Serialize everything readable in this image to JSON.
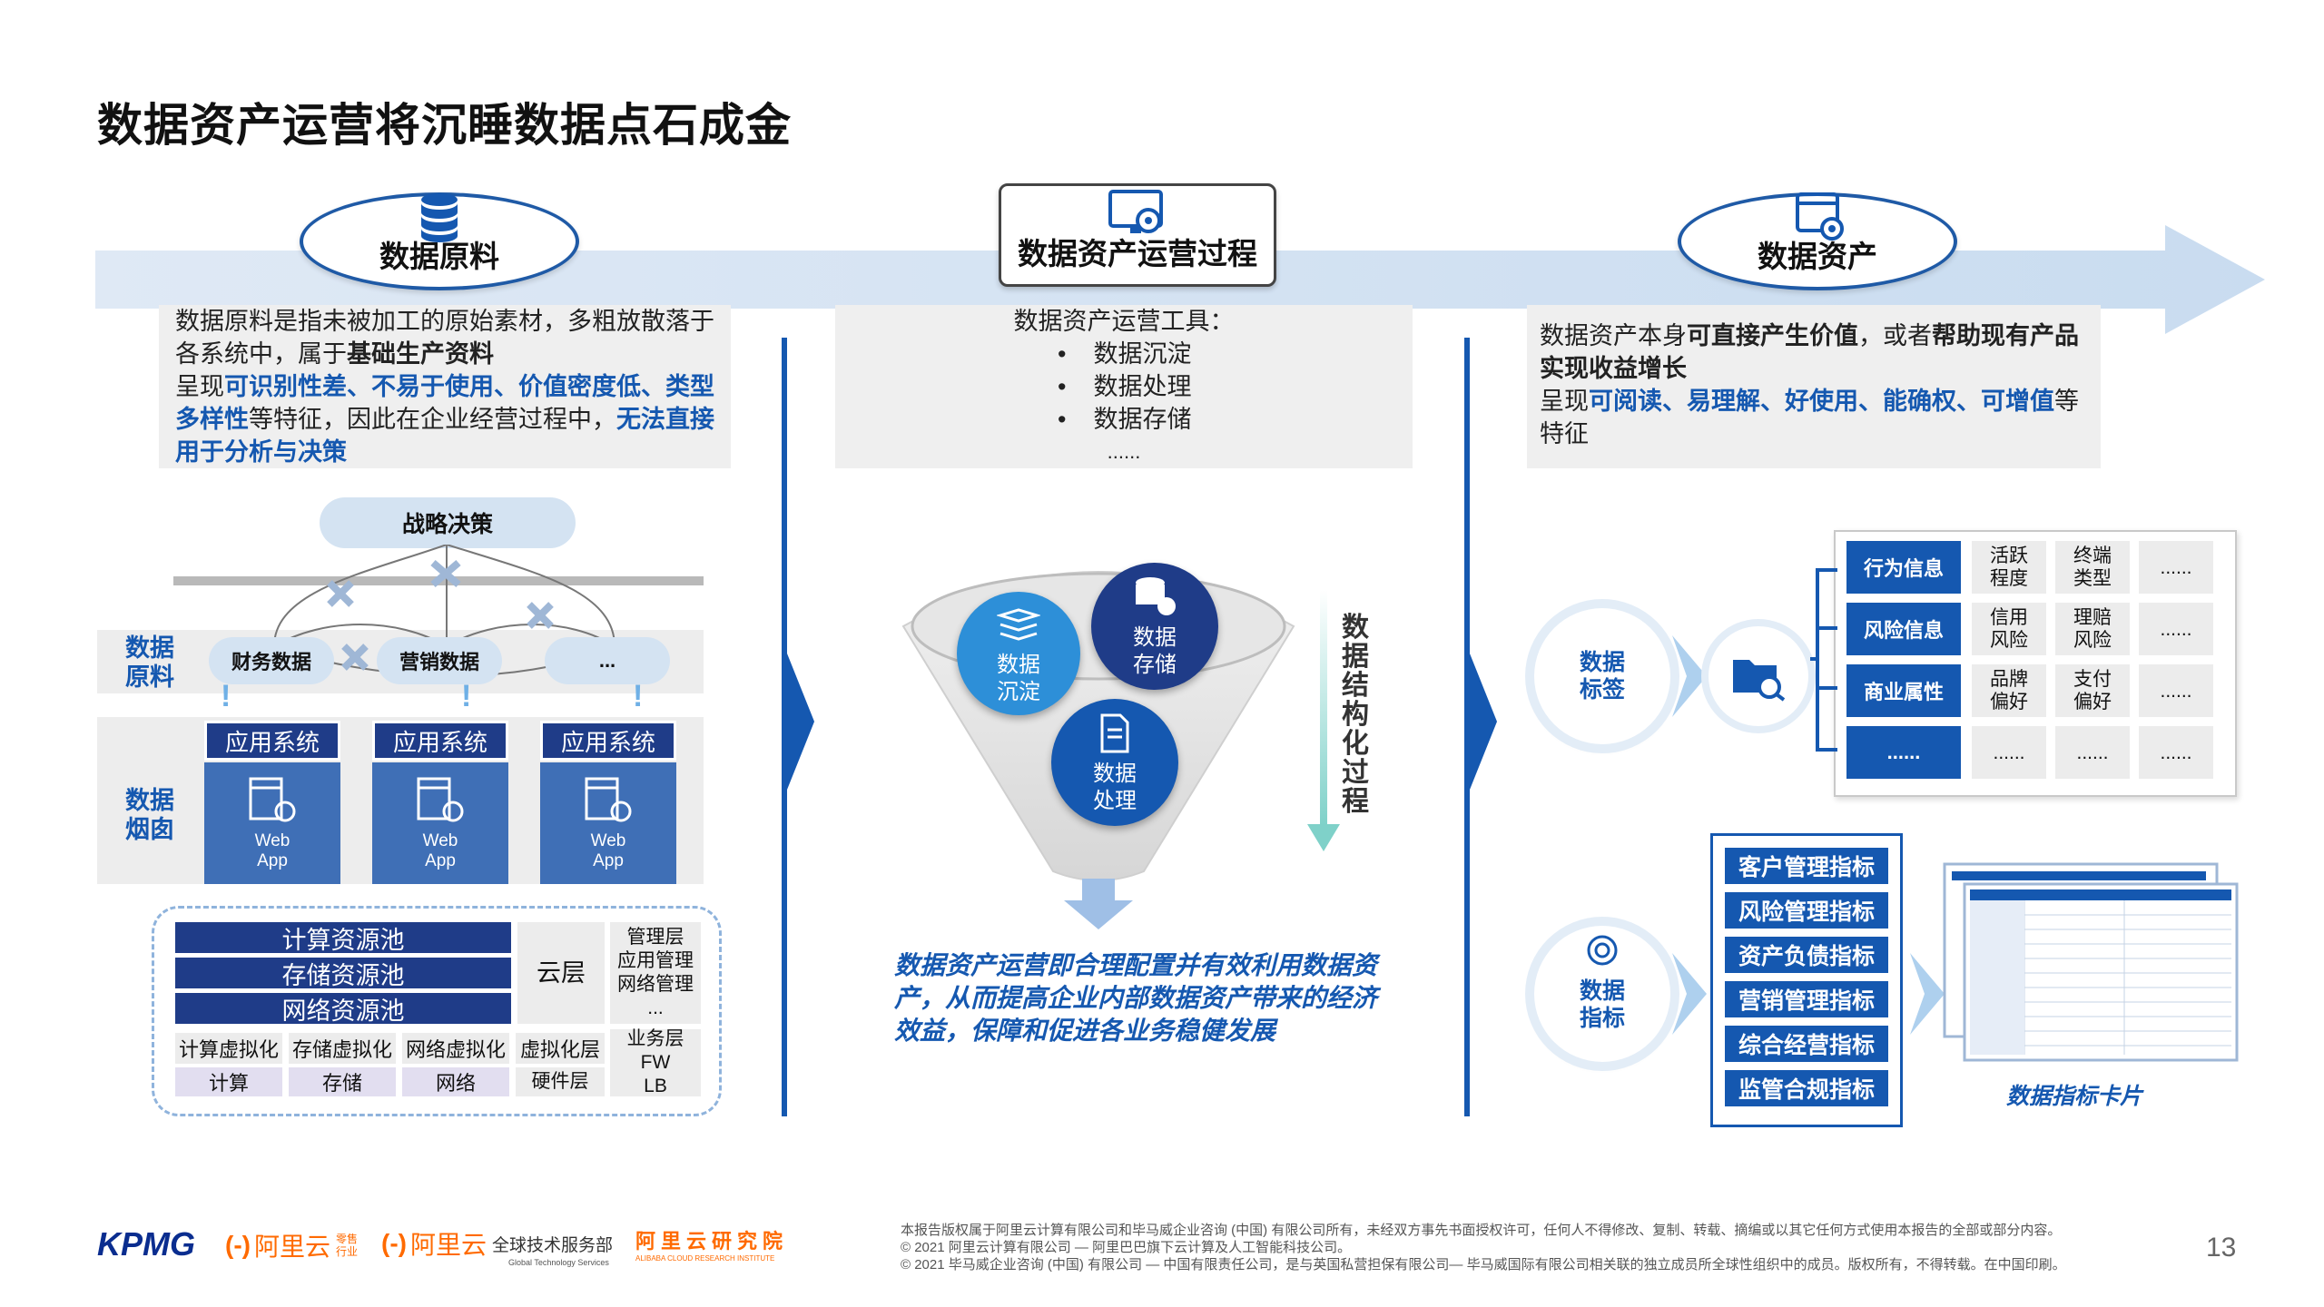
{
  "title": "数据资产运营将沉睡数据点石成金",
  "stages": {
    "raw": "数据原料",
    "process": "数据资产运营过程",
    "asset": "数据资产"
  },
  "desc_raw": {
    "l1": "数据原料是指未被加工的原始素材，多粗放散落于",
    "l2a": "各系统中，属于",
    "l2b": "基础生产资料",
    "l3a": "呈现",
    "l3b": "可识别性差、不易于使用、价值密度低、类型",
    "l4a": "多样性",
    "l4b": "等特征，因此在企业经营过程中，",
    "l4c": "无法直接",
    "l5": "用于分析与决策"
  },
  "desc_process": {
    "head": "数据资产运营工具：",
    "items": [
      "数据沉淀",
      "数据处理",
      "数据存储"
    ],
    "more": "......"
  },
  "desc_asset": {
    "l1a": "数据资产本身",
    "l1b": "可直接产生价值",
    "l1c": "，或者",
    "l1d": "帮助现有产品",
    "l2": "实现收益增长",
    "l3a": "呈现",
    "l3b": "可阅读、易理解、好使用、能确权、可增值",
    "l3c": "等",
    "l4": "特征"
  },
  "left_diagram": {
    "strategy": "战略决策",
    "band1": "数据\n原料",
    "band2": "数据\n烟囱",
    "pills": [
      "财务数据",
      "营销数据",
      "..."
    ],
    "app": "应用系统",
    "web": "Web",
    "appl": "App",
    "pools": [
      "计算资源池",
      "存储资源池",
      "网络资源池"
    ],
    "cloud": "云层",
    "mgmt": [
      "管理层",
      "应用管理",
      "网络管理",
      "..."
    ],
    "virt": [
      "计算虚拟化",
      "存储虚拟化",
      "网络虚拟化",
      "虚拟化层"
    ],
    "hw": [
      "计算",
      "存储",
      "网络",
      "硬件层"
    ],
    "biz": [
      "业务层",
      "FW",
      "LB"
    ]
  },
  "funnel": {
    "c1": "数据\n沉淀",
    "c2": "数据\n存储",
    "c3": "数据\n处理",
    "vertical": "数据结构化过程",
    "summary1": "数据资产运营即合理配置并有效利用数据资",
    "summary2": "产，从而提高企业内部数据资产带来的经济",
    "summary3": "效益，保障和促进各业务稳健发展"
  },
  "tags": {
    "label": "数据\n标签",
    "rows": [
      {
        "name": "行为信息",
        "cells": [
          "活跃\n程度",
          "终端\n类型",
          "......"
        ]
      },
      {
        "name": "风险信息",
        "cells": [
          "信用\n风险",
          "理赔\n风险",
          "......"
        ]
      },
      {
        "name": "商业属性",
        "cells": [
          "品牌\n偏好",
          "支付\n偏好",
          "......"
        ]
      },
      {
        "name": "......",
        "cells": [
          "......",
          "......",
          "......"
        ]
      }
    ]
  },
  "indicators": {
    "label": "数据\n指标",
    "items": [
      "客户管理指标",
      "风险管理指标",
      "资产负债指标",
      "营销管理指标",
      "综合经营指标",
      "监管合规指标"
    ],
    "card": "数据指标卡片"
  },
  "footer": {
    "logos": [
      "KPMG",
      "阿里云",
      "零售行业",
      "阿里云",
      "全球技术服务部",
      "Global Technology Services",
      "阿里云研究院",
      "ALIBABA CLOUD RESEARCH INSTITUTE"
    ],
    "l1": "本报告版权属于阿里云计算有限公司和毕马威企业咨询 (中国) 有限公司所有，未经双方事先书面授权许可，任何人不得修改、复制、转载、摘编或以其它任何方式使用本报告的全部或部分内容。",
    "l2": "© 2021 阿里云计算有限公司 — 阿里巴巴旗下云计算及人工智能科技公司。",
    "l3": "© 2021 毕马威企业咨询 (中国) 有限公司 — 中国有限责任公司，是与英国私营担保有限公司— 毕马威国际有限公司相关联的独立成员所全球性组织中的成员。版权所有，不得转载。在中国印刷。",
    "page": "13"
  },
  "colors": {
    "primary": "#1558b0",
    "dark": "#1f3c88",
    "light": "#d4e3f2"
  }
}
